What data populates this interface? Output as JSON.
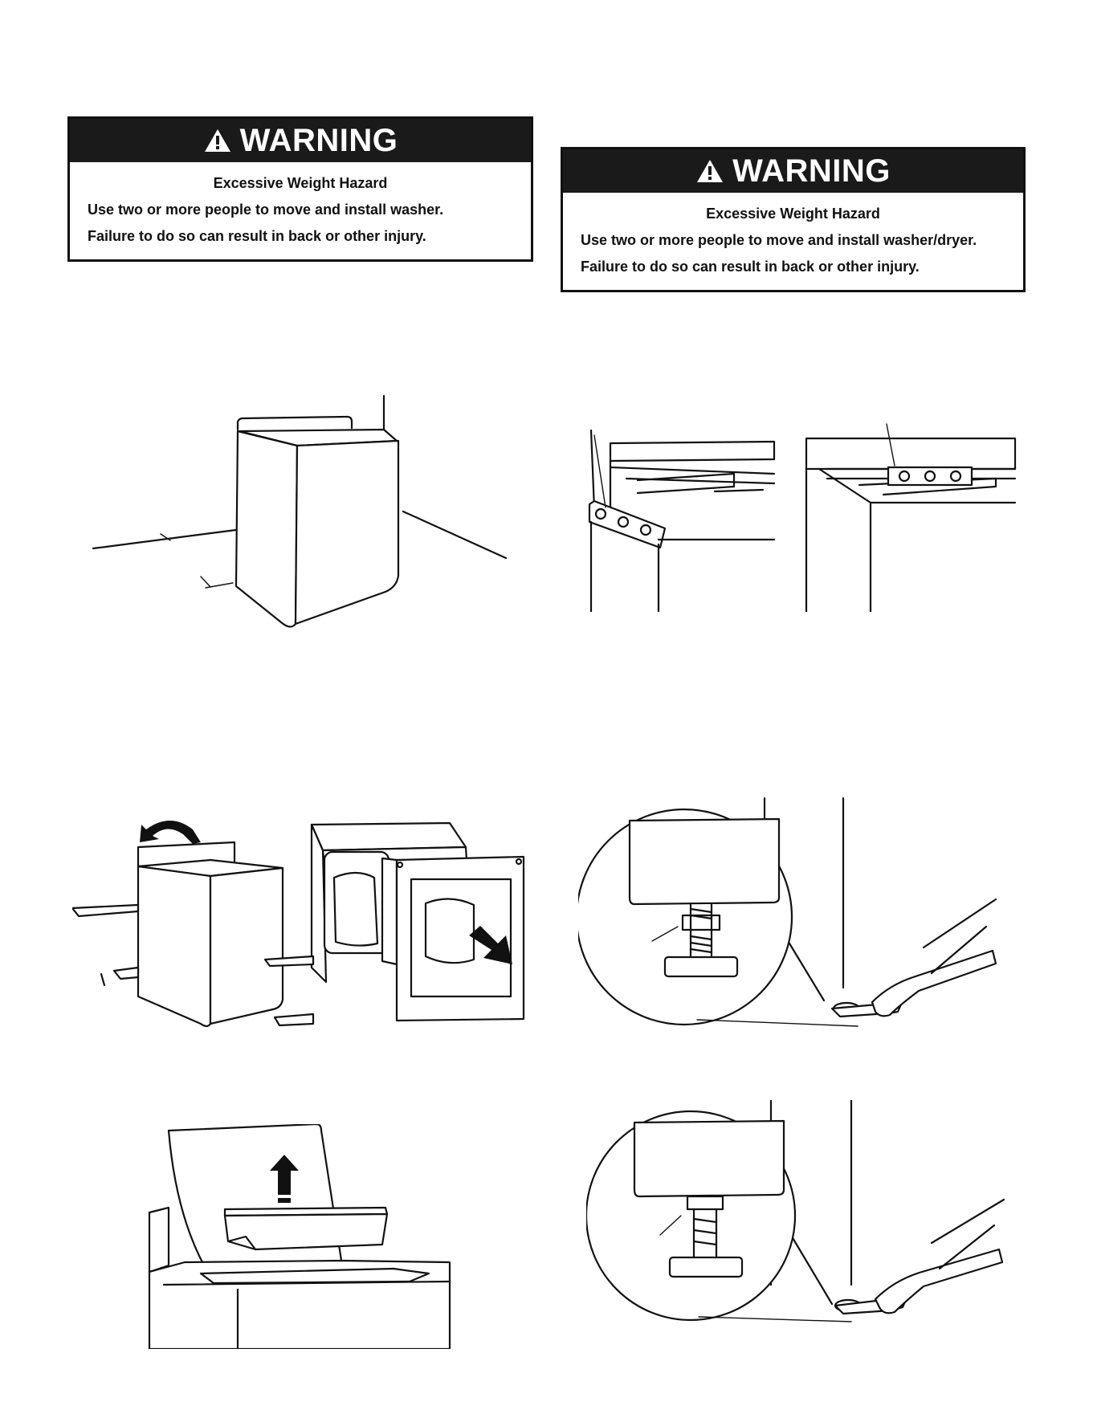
{
  "warning_left": {
    "header": "WARNING",
    "hazard": "Excessive Weight Hazard",
    "line1": "Use two or more people to move and install washer.",
    "line2": "Failure to do so can result in back or other injury."
  },
  "warning_right": {
    "header": "WARNING",
    "hazard": "Excessive Weight Hazard",
    "line1": "Use two or more people to move and install washer/dryer.",
    "line2": "Failure to do so can result in back or other injury."
  },
  "icons": {
    "warning": "warning-triangle-icon",
    "arrow_up": "arrow-up-icon",
    "arrow_rotate": "curved-arrow-icon",
    "arrow_diag": "arrow-down-right-icon"
  },
  "colors": {
    "header_bg": "#1a1a1a",
    "header_text": "#ffffff",
    "line_art": "#111111"
  }
}
